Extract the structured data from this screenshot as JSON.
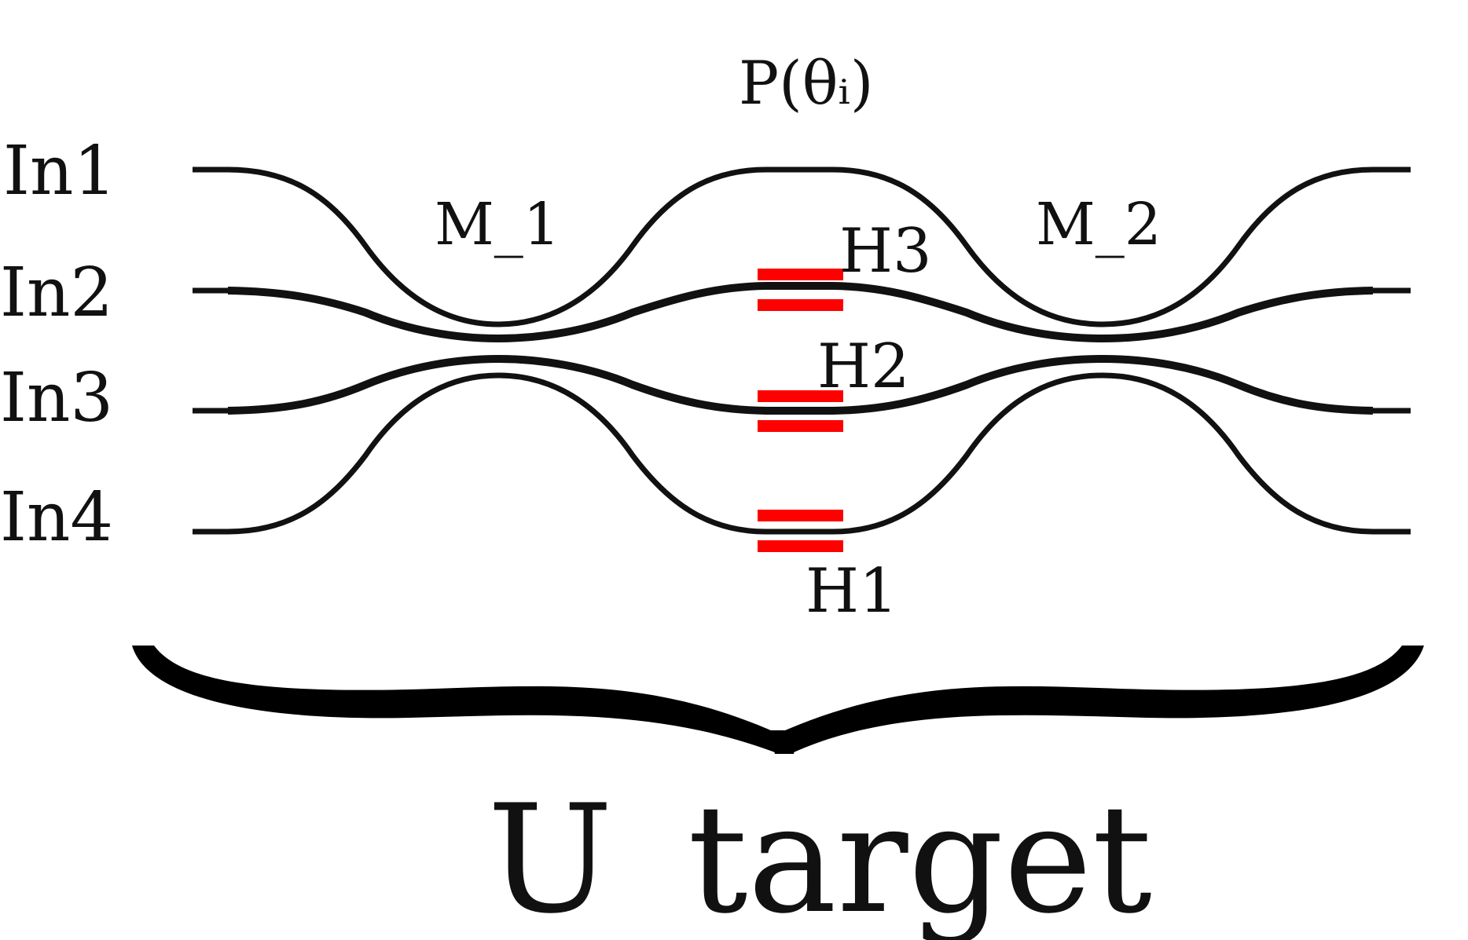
{
  "inputs": [
    "In1",
    "In2",
    "In3",
    "In4"
  ],
  "mzi_labels": [
    "M_1",
    "M_2"
  ],
  "phase_label": "P(θᵢ)",
  "heater_labels": {
    "h1": "H1",
    "h2": "H2",
    "h3": "H3"
  },
  "target_label": "U_target",
  "colors": {
    "waveguide": "#111111",
    "heater": "#ff0000",
    "brace": "#000000"
  }
}
